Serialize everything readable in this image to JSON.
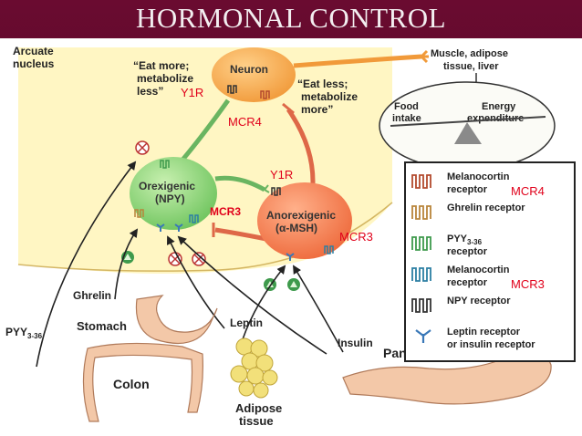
{
  "slide": {
    "title": "HORMONAL CONTROL"
  },
  "diagram": {
    "arcuate_line1": "Arcuate",
    "arcuate_line2": "nucleus",
    "neuron": "Neuron",
    "eat_more_1": "“Eat more;",
    "eat_more_2": "metabolize",
    "eat_more_3": "less”",
    "eat_less_1": "“Eat less;",
    "eat_less_2": "metabolize",
    "eat_less_3": "more”",
    "muscle_1": "Muscle, adipose",
    "muscle_2": "tissue, liver",
    "food_1": "Food",
    "food_2": "intake",
    "energy_1": "Energy",
    "energy_2": "expenditure",
    "orexigenic_1": "Orexigenic",
    "orexigenic_2": "(NPY)",
    "anorexigenic_1": "Anorexigenic",
    "anorexigenic_2": "(α-MSH)",
    "y1r_top": "Y1R",
    "y1r_mid": "Y1R",
    "mcr4_mid": "MCR4",
    "mcr3_left": "MCR3",
    "mcr3_right": "MCR3",
    "ghrelin": "Ghrelin",
    "pyy": "PYY",
    "pyy_sub": "3-36",
    "stomach": "Stomach",
    "leptin": "Leptin",
    "insulin": "Insulin",
    "pancreas": "Pancreas",
    "colon": "Colon",
    "adipose_1": "Adipose",
    "adipose_2": "tissue"
  },
  "legend": {
    "items": [
      {
        "line1": "Melanocortin",
        "line2": "receptor",
        "tag": "MCR4",
        "color": "#b34a2e"
      },
      {
        "line1": "Ghrelin receptor",
        "line2": "",
        "tag": "",
        "color": "#b8843a"
      },
      {
        "line1": "PYY",
        "sub": "3-36",
        "line2": "receptor",
        "tag": "",
        "color": "#3e9a4c"
      },
      {
        "line1": "Melanocortin",
        "line2": "receptor",
        "tag": "MCR3",
        "color": "#2c7fa3"
      },
      {
        "line1": "NPY receptor",
        "line2": "",
        "tag": "",
        "color": "#333333"
      },
      {
        "line1": "Leptin receptor",
        "line2": "or insulin receptor",
        "tag": "",
        "color": "#3a78b8"
      }
    ]
  },
  "colors": {
    "background": "#5a0a2a",
    "title_text": "#f3eef0",
    "neuron": "#f6a94a",
    "orexigenic": "#8fd17a",
    "anorexigenic": "#f07a4e",
    "green_path": "#6ab561",
    "red_path": "#de6848",
    "annotation_text": "#e0001a",
    "arcuate_region": "#fff2b0"
  }
}
